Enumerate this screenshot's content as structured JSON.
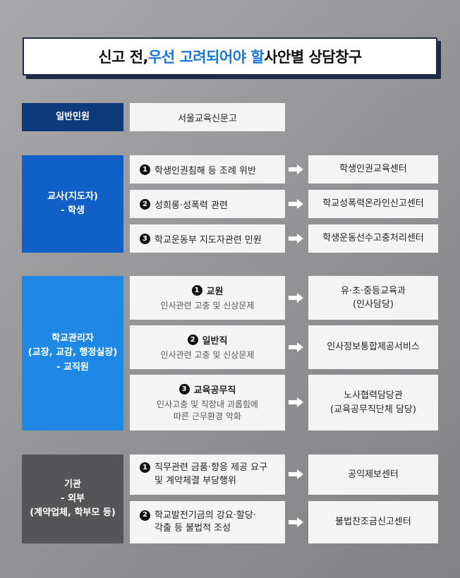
{
  "title": {
    "prefix": "신고 전, ",
    "highlight": "우선 고려되어야 할",
    "suffix": " 사안별 상담창구"
  },
  "colors": {
    "general": "#0d3a7a",
    "teacher": "#1160c8",
    "admin": "#1f88e5",
    "external": "#555557",
    "accent": "#1976d2"
  },
  "general": {
    "category": "일반민원",
    "channel": "서울교육신문고"
  },
  "teacher": {
    "category_line1": "교사(지도자)",
    "category_line2": "- 학생",
    "items": [
      {
        "num": "1",
        "label": "학생인권침해 등 조례 위반",
        "target": "학생인권교육센터"
      },
      {
        "num": "2",
        "label": "성희롱·성폭력 관련",
        "target": "학교성폭력온라인신고센터"
      },
      {
        "num": "3",
        "label": "학교운동부 지도자관련 민원",
        "target": "학생운동선수고충처리센터"
      }
    ]
  },
  "admin": {
    "category_line1": "학교관리자",
    "category_line2": "(교장, 교감, 행정실장)",
    "category_line3": "- 교직원",
    "items": [
      {
        "num": "1",
        "head": "교원",
        "sub1": "인사관련 고충 및 신상문제",
        "sub2": "",
        "target1": "유·초·중등교육과",
        "target2": "(인사담당)"
      },
      {
        "num": "2",
        "head": "일반직",
        "sub1": "인사관련 고충 및 신상문제",
        "sub2": "",
        "target1": "인사정보통합제공서비스",
        "target2": ""
      },
      {
        "num": "3",
        "head": "교육공무직",
        "sub1": "인사고충 및 직장내 괴롭힘에",
        "sub2": "따른 근무환경 악화",
        "target1": "노사협력담당관",
        "target2": "(교육공무직단체 담당)"
      }
    ]
  },
  "external": {
    "category_line1": "기관",
    "category_line2": "- 외부",
    "category_line3": "(계약업체, 학부모 등)",
    "items": [
      {
        "num": "1",
        "line1": "직무관련 금품·향응 제공 요구",
        "line2": "및 계약체결 부당행위",
        "target": "공익제보센터"
      },
      {
        "num": "2",
        "line1": "학교발전기금의 강요·할당·",
        "line2": "각출 등 불법적 조성",
        "target": "불법찬조금신고센터"
      }
    ]
  },
  "icons": {
    "arrow": "arrow-right-icon",
    "number": "circled-number-icon"
  }
}
